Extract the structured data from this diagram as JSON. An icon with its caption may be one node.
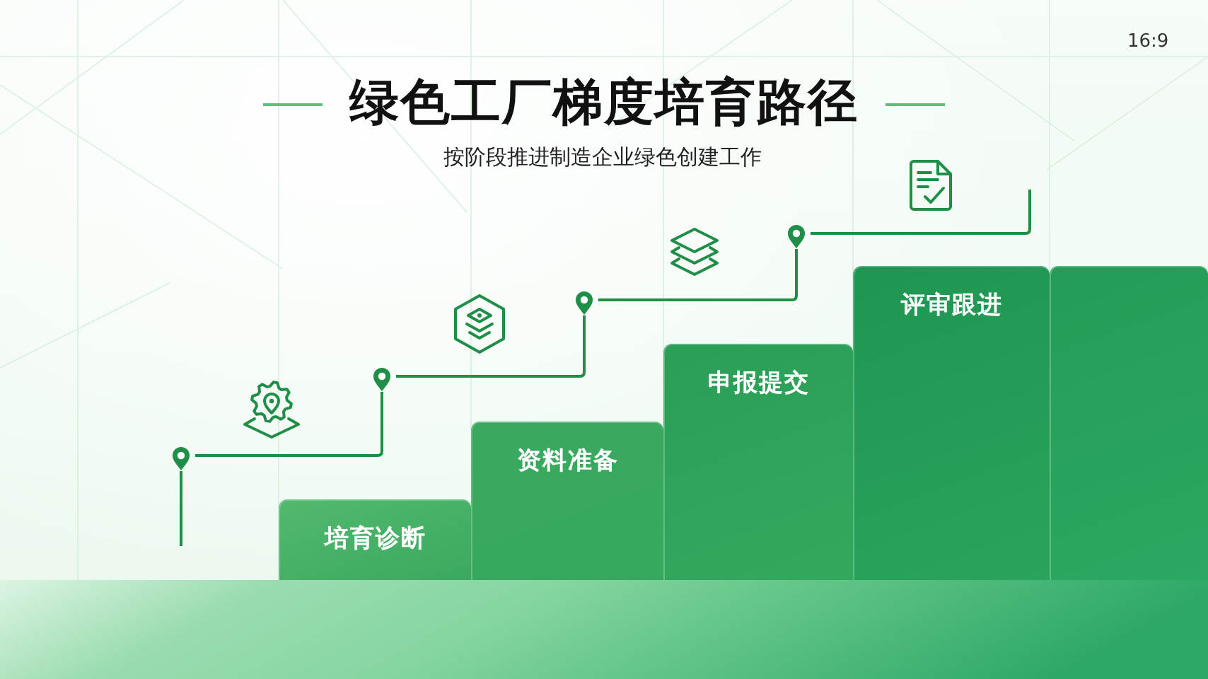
{
  "diagram": {
    "title": "绿色工厂梯度培育路径",
    "nodes": [
      {
        "text": [
          "培育诊断"
        ]
      },
      {
        "text": [
          "资料准备"
        ]
      },
      {
        "text": [
          "申报提交"
        ]
      },
      {
        "text": [
          "评审跟进"
        ]
      },
      {
        "text": [],
        "shape": "box"
      },
      {
        "text": [],
        "shape": "pin"
      },
      {
        "text": [],
        "shape": "pin"
      },
      {
        "text": [],
        "shape": "pin"
      },
      {
        "text": [],
        "shape": "pin"
      }
    ],
    "edges": [
      {
        "from": null,
        "to": 5,
        "arrow": "none"
      },
      {
        "from": 5,
        "to": 6,
        "arrow": "none"
      },
      {
        "from": 6,
        "to": 7,
        "arrow": "none"
      },
      {
        "from": 7,
        "to": 8,
        "arrow": "none"
      },
      {
        "from": 8,
        "to": null,
        "arrow": "none"
      }
    ],
    "labels": [
      "16:9",
      "按阶段推进制造企业绿色创建工作"
    ]
  }
}
